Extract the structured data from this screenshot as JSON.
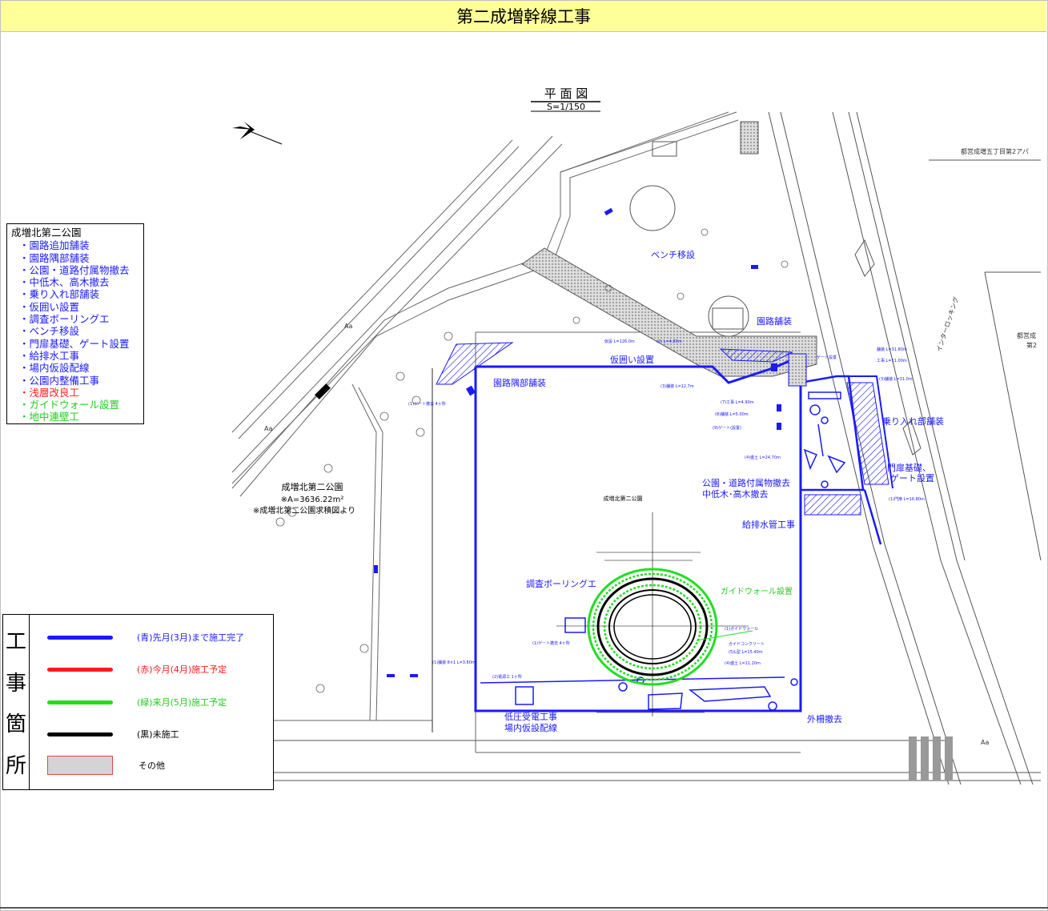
{
  "page_title": "第二成増幹線工事",
  "plan": {
    "title": "平 面 図",
    "scale": "S=1/150",
    "park_name": "成増北第二公園",
    "park_area": "※A=3636.22m²",
    "park_note": "※成増北第二公園求積図より",
    "center_label": "成増北第二公園",
    "right_top_label": "都営成増五丁目第2アパ",
    "right_mid_label_1": "都営成",
    "right_mid_label_2": "第2",
    "road_label": "インターロッキング"
  },
  "work_list": {
    "park": "成増北第二公園",
    "items": [
      {
        "text": "・園路追加舗装",
        "color": "#1a1aff"
      },
      {
        "text": "・園路隅部舗装",
        "color": "#1a1aff"
      },
      {
        "text": "・公園・道路付属物撤去",
        "color": "#1a1aff"
      },
      {
        "text": "・中低木、高木撤去",
        "color": "#1a1aff"
      },
      {
        "text": "・乗り入れ部舗装",
        "color": "#1a1aff"
      },
      {
        "text": "・仮囲い設置",
        "color": "#1a1aff"
      },
      {
        "text": "・調査ボーリングエ",
        "color": "#1a1aff"
      },
      {
        "text": "・ベンチ移設",
        "color": "#1a1aff"
      },
      {
        "text": "・門扉基礎、ゲート設置",
        "color": "#1a1aff"
      },
      {
        "text": "・給排水工事",
        "color": "#1a1aff"
      },
      {
        "text": "・場内仮設配線",
        "color": "#1a1aff"
      },
      {
        "text": "・公園内整備工事",
        "color": "#1a1aff"
      },
      {
        "text": "・浅層改良工",
        "color": "#ff2020"
      },
      {
        "text": "・ガイドウォール設置",
        "color": "#22cc22"
      },
      {
        "text": "・地中連壁工",
        "color": "#22cc22"
      }
    ]
  },
  "labels": {
    "bench": "ベンチ移設",
    "path_pave": "園路舗装",
    "fence": "仮囲い設置",
    "corner_pave": "園路隅部舗装",
    "entry_pave": "乗り入れ部舗装",
    "gate_1": "門扉基礎、",
    "gate_2": "ゲート設置",
    "removal_1": "公園・道路付属物撤去",
    "removal_2": "中低木･高木撤去",
    "water": "給排水管工事",
    "boring": "調査ボーリングエ",
    "guide_wall": "ガイドウォール設置",
    "power_1": "低圧受電工事",
    "power_2": "場内仮設配線",
    "fence_removal": "外柵撤去"
  },
  "legend": {
    "title_chars": [
      "工",
      "事",
      "箇",
      "所"
    ],
    "rows": [
      {
        "label": "(青)先月(3月)まで施工完了",
        "color": "#1a1aff"
      },
      {
        "label": "(赤)今月(4月)施工予定",
        "color": "#ff1a1a"
      },
      {
        "label": "(緑)来月(5月)施工予定",
        "color": "#22dd22"
      },
      {
        "label": "(黒)未施工",
        "color": "#000000"
      }
    ],
    "other_label": "その他"
  },
  "colors": {
    "blue": "#1a1aff",
    "red": "#ff1a1a",
    "green": "#22dd22",
    "title_bg": "#ffff99",
    "other_fill": "#d4d4d4"
  }
}
